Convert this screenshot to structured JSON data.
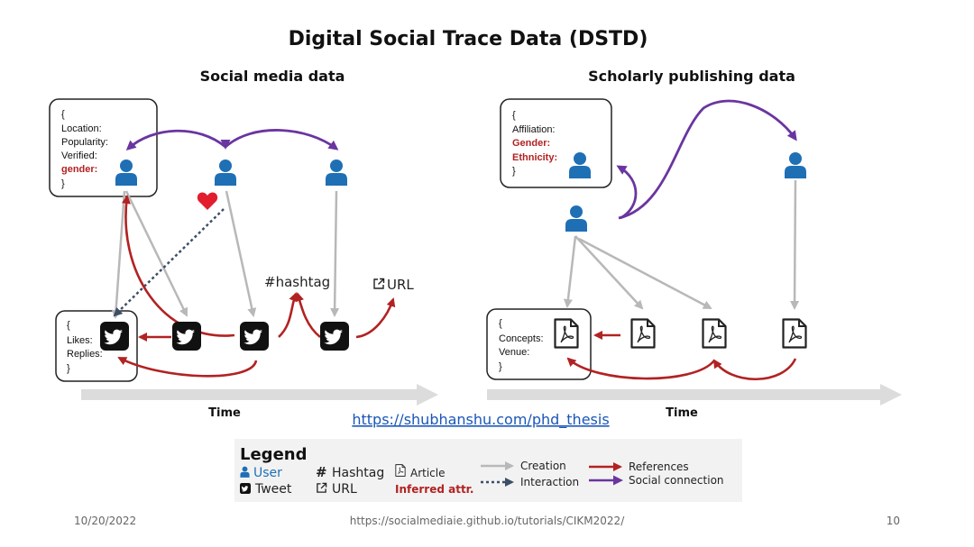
{
  "title": "Digital Social Trace Data (DSTD)",
  "social": {
    "heading": "Social media data",
    "user_box": [
      "{",
      "Location:",
      "Popularity:",
      "Verified:",
      "gender:",
      "}"
    ],
    "user_box_red_index": 4,
    "tweet_box": [
      "{",
      "Likes:",
      "Replies:",
      "}"
    ],
    "hashtag_label": "#hashtag",
    "url_label": "URL",
    "time_label": "Time"
  },
  "scholarly": {
    "heading": "Scholarly publishing data",
    "user_box": [
      "{",
      "Affiliation:",
      "Gender:",
      "Ethnicity:",
      "}"
    ],
    "user_box_red_indices": [
      2,
      3
    ],
    "article_box": [
      "{",
      "Concepts:",
      "Venue:",
      "}"
    ],
    "time_label": "Time"
  },
  "link": "https://shubhanshu.com/phd_thesis",
  "legend": {
    "title": "Legend",
    "user": "User",
    "tweet": "Tweet",
    "hashtag": "Hashtag",
    "url": "URL",
    "article": "Article",
    "inferred": "Inferred attr.",
    "creation": "Creation",
    "interaction": "Interaction",
    "references": "References",
    "social_connection": "Social connection"
  },
  "footer": {
    "date": "10/20/2022",
    "url": "https://socialmediaie.github.io/tutorials/CIKM2022/",
    "page": "10"
  },
  "colors": {
    "user_blue": "#1f6fb5",
    "creation_gray": "#b8b8b8",
    "interaction_dotted": "#3d4f66",
    "references_red": "#b22222",
    "social_purple": "#6a35a0",
    "time_arrow": "#dcdcdc",
    "heart_red": "#e11d2e",
    "link_blue": "#1a56b8"
  }
}
